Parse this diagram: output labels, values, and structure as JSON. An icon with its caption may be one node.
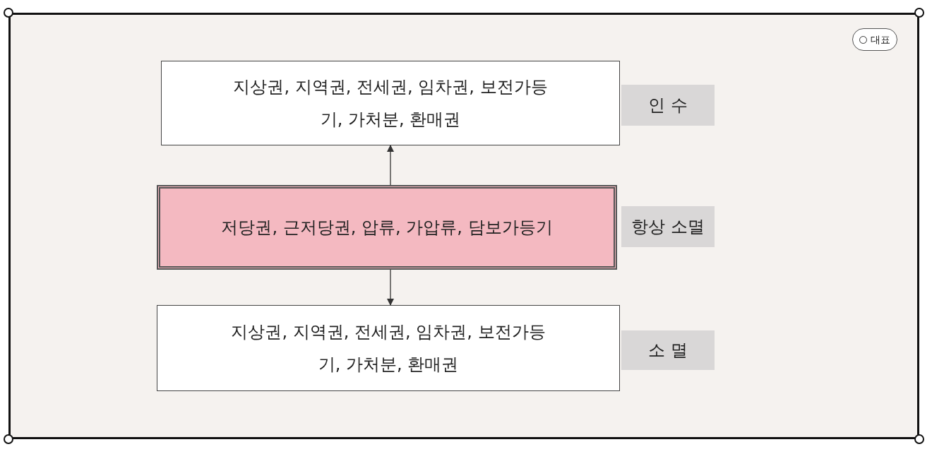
{
  "diagram": {
    "nodes": [
      {
        "text": [
          "지상권, 지역권, 전세권, 임차권, 보전가등기, 가처분, 환매권"
        ]
      },
      {
        "text": [
          "저당권, 근저당권, 압류, 가압류, 담보가등기"
        ]
      },
      {
        "text": [
          "지상권, 지역권, 전세권, 임차권, 보전가등기, 가처분, 환매권"
        ]
      },
      {
        "text": [
          "인 수"
        ]
      },
      {
        "text": [
          "항상 소멸"
        ]
      },
      {
        "text": [
          "소 멸"
        ]
      }
    ],
    "edges": [
      {
        "from": 1,
        "to": 0,
        "arrow": "to"
      },
      {
        "from": 1,
        "to": 2,
        "arrow": "to"
      }
    ],
    "labels": [
      "대표"
    ]
  }
}
